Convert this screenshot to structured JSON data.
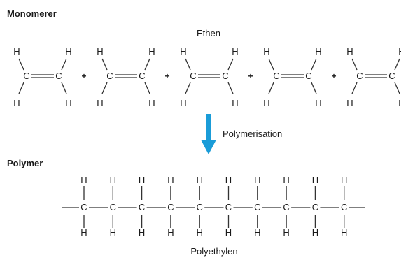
{
  "headings": {
    "monomers": "Monomerer",
    "polymer": "Polymer"
  },
  "labels": {
    "monomer_name": "Ethen",
    "reaction": "Polymerisation",
    "polymer_name": "Polyethylen"
  },
  "atoms": {
    "carbon": "C",
    "hydrogen": "H"
  },
  "plus_sign": "+",
  "monomer_count": 5,
  "polymer_carbon_count": 10,
  "colors": {
    "arrow": "#1a9cd8",
    "bond": "#333333",
    "text": "#1a1a1a"
  }
}
